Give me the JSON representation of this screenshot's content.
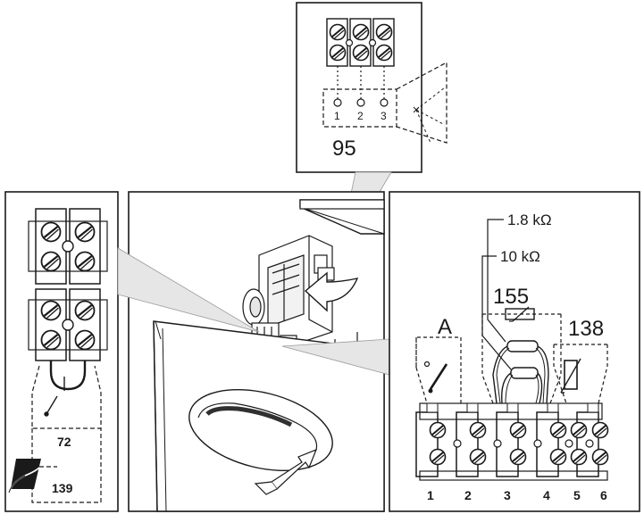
{
  "top_panel": {
    "pins": [
      "1",
      "2",
      "3"
    ],
    "ref": "95"
  },
  "left_panel": {
    "switch_ref": "72",
    "module_ref": "139"
  },
  "right_panel": {
    "resistor_1": "1.8 kΩ",
    "resistor_2": "10 kΩ",
    "sensor_ref": "155",
    "switch_label": "A",
    "thermistor_ref": "138",
    "terminals": [
      "1",
      "2",
      "3",
      "4",
      "5",
      "6"
    ]
  }
}
